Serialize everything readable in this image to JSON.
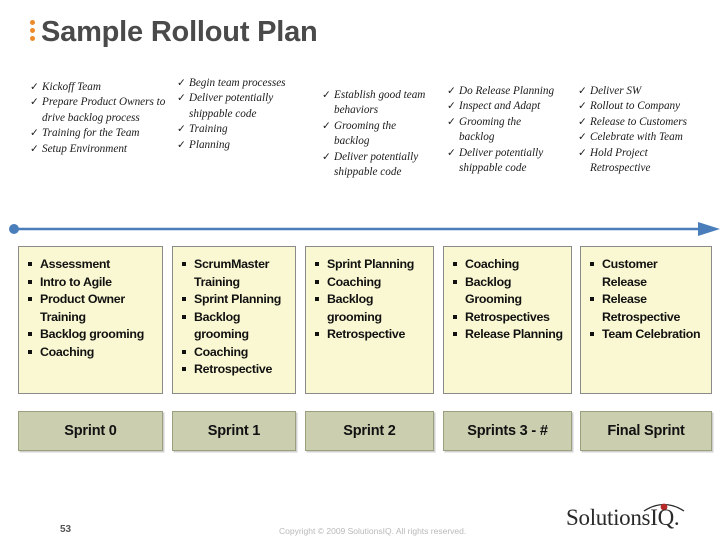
{
  "slide": {
    "title": "Sample Rollout Plan",
    "accent_color": "#ED8B2B",
    "title_color": "#4a4a4a",
    "box_fill_color": "#FAF8D2",
    "sprint_fill_color": "#CBCFB0",
    "arrow_color": "#4A7EBB"
  },
  "checklists": [
    {
      "items": [
        "Kickoff Team",
        "Prepare Product Owners to drive backlog process",
        "Training for the Team",
        "Setup Environment"
      ]
    },
    {
      "items": [
        "Begin team processes",
        "Deliver potentially shippable code",
        "Training",
        "Planning"
      ]
    },
    {
      "items": [
        "Establish good team behaviors",
        "Grooming the backlog",
        "Deliver potentially shippable code"
      ]
    },
    {
      "items": [
        "Do Release Planning",
        "Inspect and Adapt",
        "Grooming the backlog",
        "Deliver potentially shippable code"
      ]
    },
    {
      "items": [
        "Deliver SW",
        "Rollout to Company",
        "Release to Customers",
        "Celebrate with Team",
        "Hold Project Retrospective"
      ]
    }
  ],
  "activity_boxes": [
    {
      "items": [
        "Assessment",
        "Intro to Agile",
        "Product Owner Training",
        "Backlog grooming",
        "Coaching"
      ]
    },
    {
      "items": [
        "ScrumMaster Training",
        "Sprint Planning",
        "Backlog grooming",
        "Coaching",
        "Retrospective"
      ]
    },
    {
      "items": [
        "Sprint Planning",
        "Coaching",
        "Backlog grooming",
        "Retrospective"
      ]
    },
    {
      "items": [
        "Coaching",
        "Backlog Grooming",
        "Retrospectives",
        "Release Planning"
      ]
    },
    {
      "items": [
        "Customer Release",
        "Release Retrospective",
        "Team Celebration"
      ]
    }
  ],
  "sprint_labels": [
    "Sprint 0",
    "Sprint 1",
    "Sprint 2",
    "Sprints 3 - #",
    "Final Sprint"
  ],
  "footer": {
    "page_number": "53",
    "copyright": "Copyright © 2009 SolutionsIQ. All rights reserved.",
    "logo_text": "SolutionsIQ."
  }
}
